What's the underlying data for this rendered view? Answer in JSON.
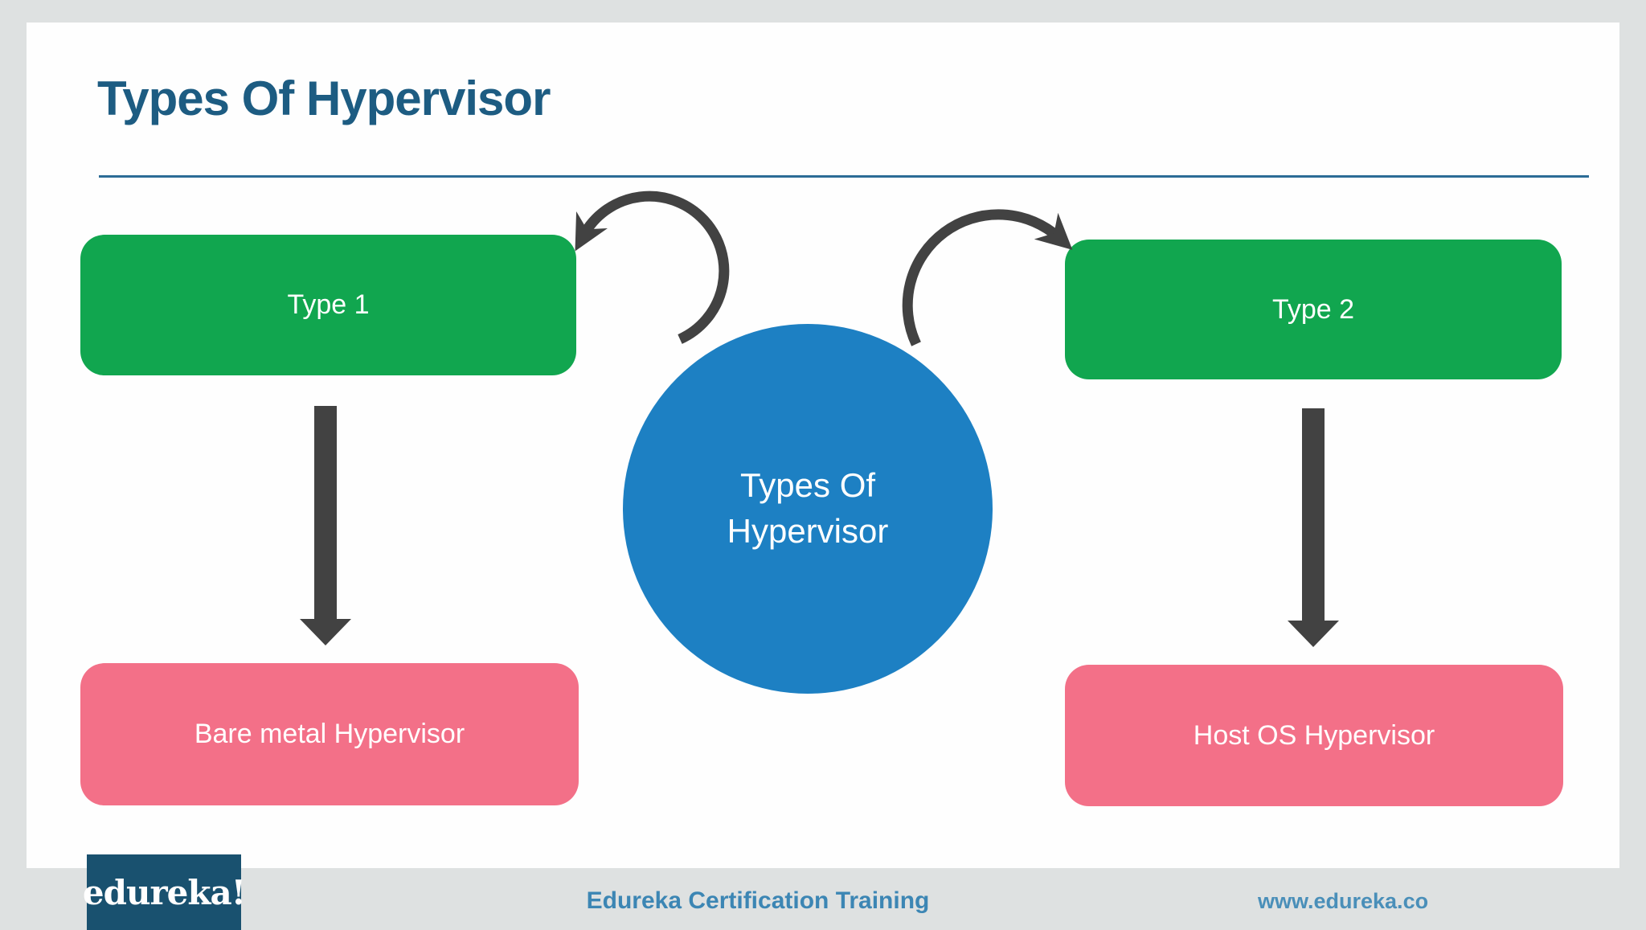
{
  "slide": {
    "title": "Types Of Hypervisor",
    "diagram": {
      "center": {
        "line1": "Types Of",
        "line2": "Hypervisor"
      },
      "branches": [
        {
          "type_label": "Type 1",
          "result_label": "Bare metal Hypervisor"
        },
        {
          "type_label": "Type 2",
          "result_label": "Host OS Hypervisor"
        }
      ]
    }
  },
  "footer": {
    "logo_text": "edureka!",
    "center_text": "Edureka Certification Training",
    "website": "www.edureka.co"
  },
  "colors": {
    "title_blue": "#1d5c82",
    "node_green": "#11a64f",
    "node_pink": "#f37088",
    "circle_blue": "#1d80c3",
    "arrow_gray": "#424242",
    "logo_navy": "#19516f",
    "footer_text_blue": "#3c86b4",
    "page_background": "#dee1e1"
  }
}
